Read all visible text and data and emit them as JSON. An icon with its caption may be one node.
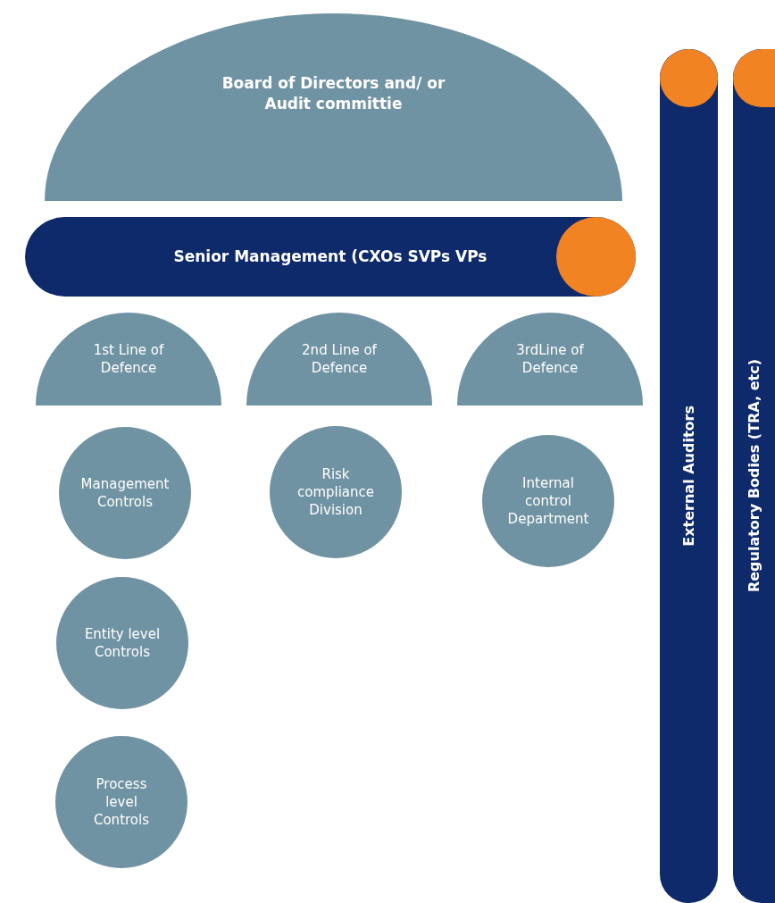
{
  "diagram": {
    "nodes": [
      {
        "text": [
          "Board of Directors and/ or Audit committie"
        ]
      },
      {
        "text": [
          "Senior Management (CXOs SVPs VPs"
        ]
      },
      {
        "text": [],
        "shape": "circle",
        "in": 1
      },
      {
        "text": [
          "1st Line of Defence"
        ]
      },
      {
        "text": [
          "2nd Line of Defence"
        ]
      },
      {
        "text": [
          "3rdLine of Defence"
        ]
      },
      {
        "text": [
          "Management Controls"
        ]
      },
      {
        "text": [
          "Risk compliance Division"
        ]
      },
      {
        "text": [
          "Internal control Department"
        ]
      },
      {
        "text": [
          "Entity level Controls"
        ]
      },
      {
        "text": [
          "Process level Controls"
        ]
      },
      {
        "text": [
          "External Auditors"
        ]
      },
      {
        "text": [],
        "shape": "circle",
        "in": 11
      },
      {
        "text": [
          "Regulatory Bodies (TRA, etc)"
        ]
      },
      {
        "text": [],
        "shape": "circle",
        "in": 13
      }
    ]
  }
}
